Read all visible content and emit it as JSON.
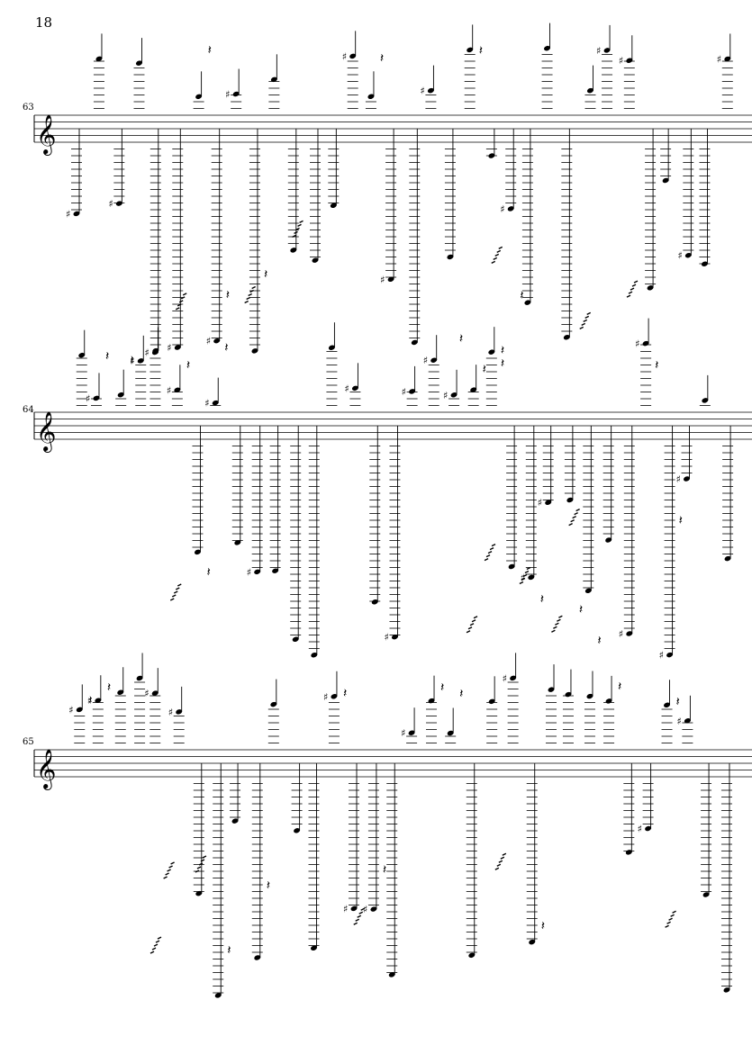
{
  "page": {
    "number": "18"
  },
  "systems": [
    {
      "measure_number": "63"
    },
    {
      "measure_number": "64"
    },
    {
      "measure_number": "65"
    }
  ],
  "colors": {
    "ink": "#000000",
    "paper": "#ffffff"
  },
  "icons": [
    "treble-clef-icon",
    "note-icon",
    "rest-icon",
    "sharp-icon",
    "natural-icon",
    "tremolo-icon"
  ]
}
